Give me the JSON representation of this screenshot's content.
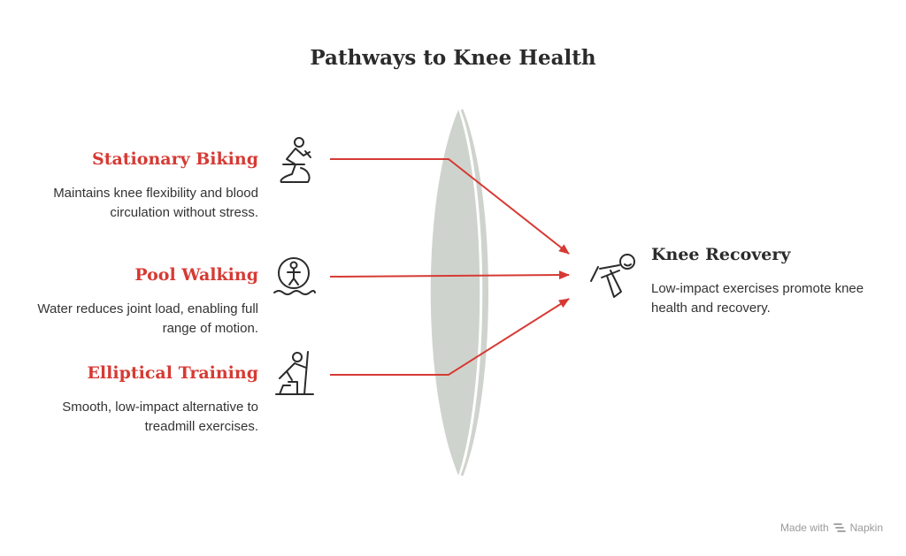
{
  "title": "Pathways to Knee Health",
  "items": [
    {
      "title": "Stationary Biking",
      "description": "Maintains knee flexibility and blood circulation without stress.",
      "icon": "stationary-bike-icon"
    },
    {
      "title": "Pool Walking",
      "description": "Water reduces joint load, enabling full range of motion.",
      "icon": "pool-walking-icon"
    },
    {
      "title": "Elliptical Training",
      "description": "Smooth, low-impact alternative to treadmill exercises.",
      "icon": "elliptical-training-icon"
    }
  ],
  "target": {
    "title": "Knee Recovery",
    "description": "Low-impact exercises promote knee health and recovery.",
    "icon": "knee-stretch-icon"
  },
  "footer": {
    "made_with": "Made with",
    "brand": "Napkin"
  },
  "colors": {
    "accent": "#d63a34",
    "lens": "#cfd3cd",
    "text": "#2b2b2b"
  }
}
